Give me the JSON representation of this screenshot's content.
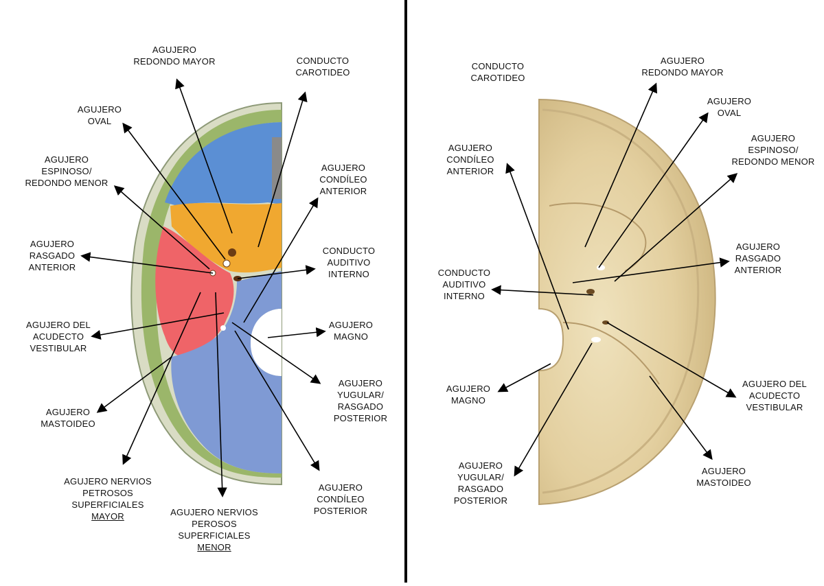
{
  "left_panel": {
    "labels": {
      "redondo_mayor": [
        "AGUJERO",
        "REDONDO MAYOR"
      ],
      "carotideo": [
        "CONDUCTO",
        "CAROTIDEO"
      ],
      "oval": [
        "AGUJERO",
        "OVAL"
      ],
      "espinoso": [
        "AGUJERO",
        "ESPINOSO/",
        "REDONDO MENOR"
      ],
      "condileo_anterior": [
        "AGUJERO",
        "CONDÍLEO",
        "ANTERIOR"
      ],
      "rasgado_anterior": [
        "AGUJERO",
        "RASGADO",
        "ANTERIOR"
      ],
      "auditivo": [
        "CONDUCTO",
        "AUDITIVO",
        "INTERNO"
      ],
      "acueducto": [
        "AGUJERO DEL",
        "ACUDECTO",
        "VESTIBULAR"
      ],
      "magno": [
        "AGUJERO",
        "MAGNO"
      ],
      "yugular": [
        "AGUJERO",
        "YUGULAR/",
        "RASGADO",
        "POSTERIOR"
      ],
      "mastoideo": [
        "AGUJERO",
        "MASTOIDEO"
      ],
      "petrosos_mayor": [
        "AGUJERO NERVIOS",
        "PETROSOS",
        "SUPERFICIALES",
        "MAYOR"
      ],
      "perosos_menor": [
        "AGUJERO NERVIOS",
        "PEROSOS",
        "SUPERFICIALES",
        "MENOR"
      ],
      "condileo_posterior": [
        "AGUJERO",
        "CONDÍLEO",
        "POSTERIOR"
      ]
    }
  },
  "right_panel": {
    "labels": {
      "carotideo": [
        "CONDUCTO",
        "CAROTIDEO"
      ],
      "redondo_mayor": [
        "AGUJERO",
        "REDONDO MAYOR"
      ],
      "oval": [
        "AGUJERO",
        "OVAL"
      ],
      "espinoso": [
        "AGUJERO",
        "ESPINOSO/",
        "REDONDO MENOR"
      ],
      "condileo_anterior": [
        "AGUJERO",
        "CONDÍLEO",
        "ANTERIOR"
      ],
      "rasgado_anterior": [
        "AGUJERO",
        "RASGADO",
        "ANTERIOR"
      ],
      "auditivo": [
        "CONDUCTO",
        "AUDITIVO",
        "INTERNO"
      ],
      "magno": [
        "AGUJERO",
        "MAGNO"
      ],
      "acueducto": [
        "AGUJERO DEL",
        "ACUDECTO",
        "VESTIBULAR"
      ],
      "mastoideo": [
        "AGUJERO",
        "MASTOIDEO"
      ],
      "yugular": [
        "AGUJERO",
        "YUGULAR/",
        "RASGADO",
        "POSTERIOR"
      ]
    }
  },
  "colors": {
    "frontal_blue": "#5b8fd4",
    "sphenoid_orange": "#f0a830",
    "temporal_red": "#ef6468",
    "parietal_green": "#9bb66a",
    "occipital_blue": "#7f9ad4",
    "specimen_beige": "#e6d6ac"
  }
}
